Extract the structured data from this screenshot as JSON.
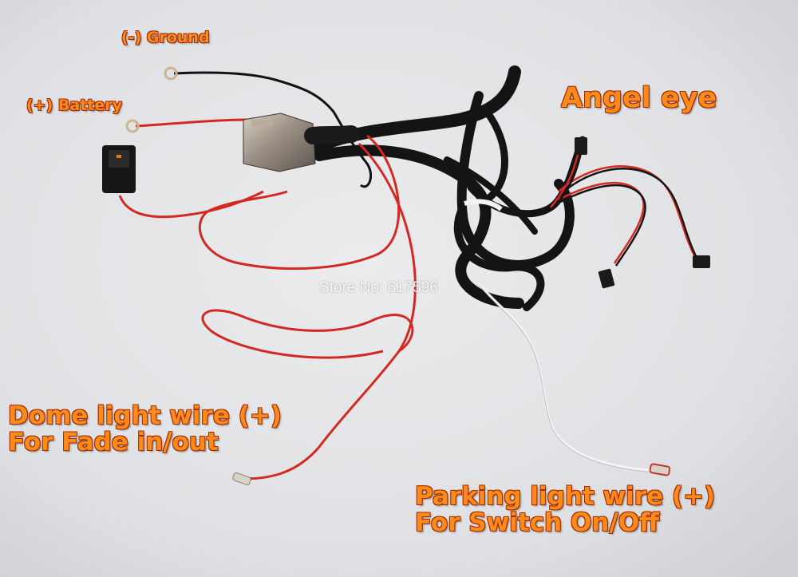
{
  "labels": {
    "ground": "(-) Ground",
    "battery": "(+) Battery",
    "angel_eye": "Angel eye",
    "dome_line1": "Dome light wire (+)",
    "dome_line2": "For Fade in/out",
    "parking_line1": "Parking light wire (+)",
    "parking_line2": "For Switch On/Off"
  },
  "watermark": "Store No: 617596",
  "colors": {
    "label_fill": "#ff8a1c",
    "label_outline": "#a02b00",
    "background": "#e6e7ea",
    "red_wire": "#d22a22",
    "black_wire": "#121212",
    "white_wire": "#f4f4f6"
  }
}
